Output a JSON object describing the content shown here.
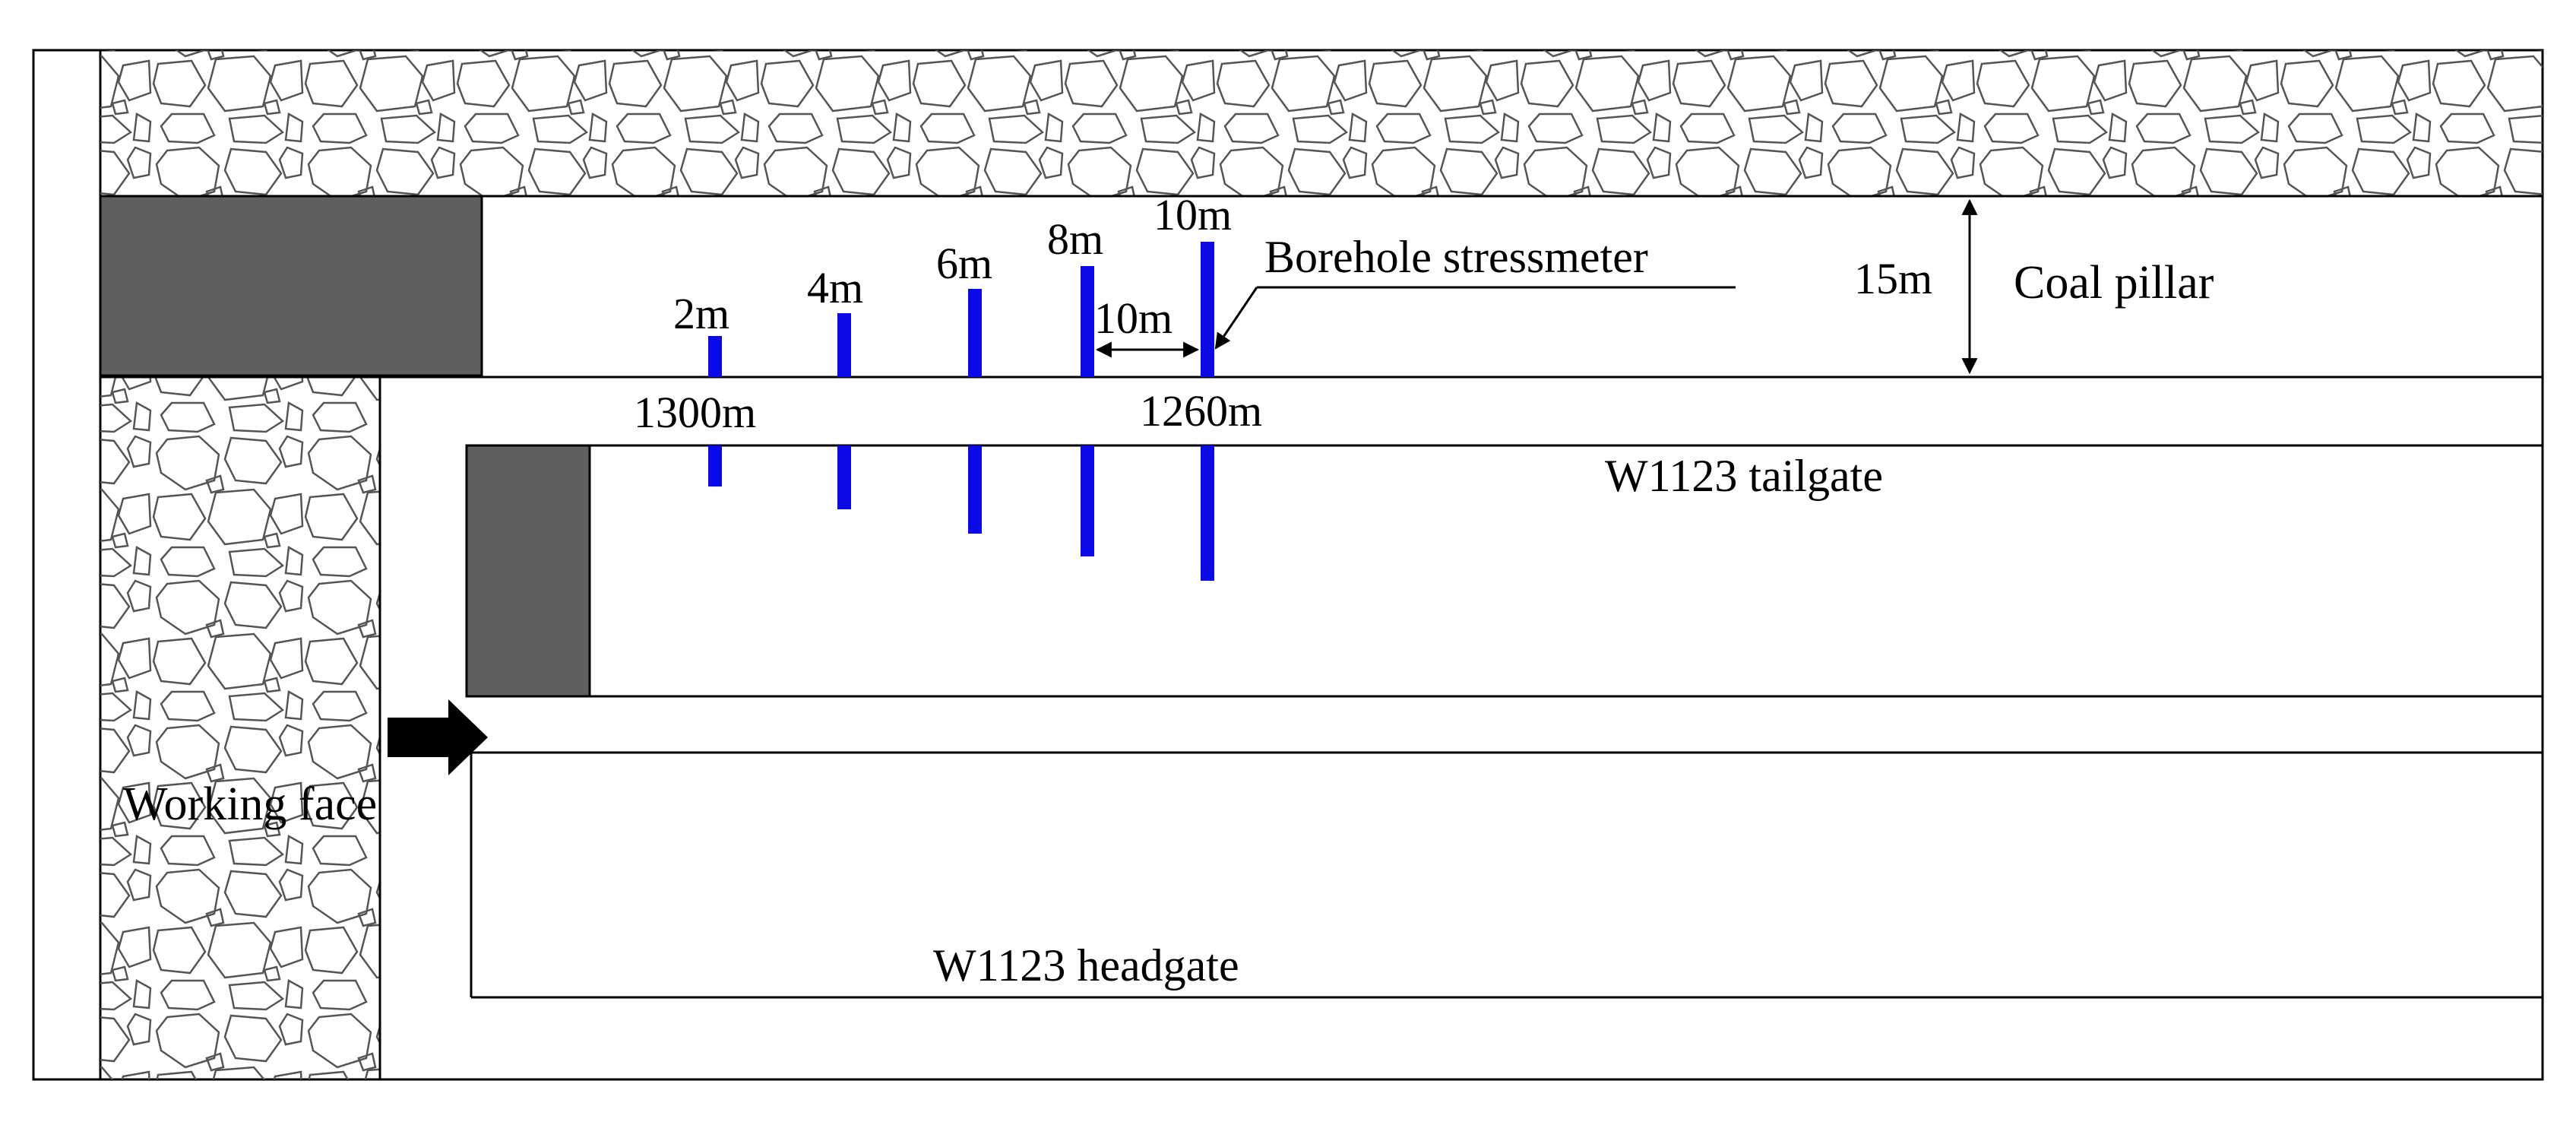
{
  "colors": {
    "outline": "#000000",
    "rock_stroke": "#555555",
    "pillar_dark": "#5f5f5f",
    "stressmeter": "#0a0ae6",
    "background": "#ffffff"
  },
  "labels": {
    "depth_2m": "2m",
    "depth_4m": "4m",
    "depth_6m": "6m",
    "depth_8m": "8m",
    "depth_10m": "10m",
    "borehole_stressmeter": "Borehole stressmeter",
    "spacing_10m": "10m",
    "pillar_width_15m": "15m",
    "coal_pillar": "Coal pillar",
    "position_1300m": "1300m",
    "position_1260m": "1260m",
    "tailgate": "W1123 tailgate",
    "working_face": "Working face",
    "headgate": "W1123 headgate"
  },
  "stressmeters": [
    {
      "depth_m": 2,
      "label": "2m"
    },
    {
      "depth_m": 4,
      "label": "4m"
    },
    {
      "depth_m": 6,
      "label": "6m"
    },
    {
      "depth_m": 8,
      "label": "8m"
    },
    {
      "depth_m": 10,
      "label": "10m"
    }
  ],
  "icons": {
    "advance_direction": "right-arrow-icon",
    "dimension_arrows": "double-headed-arrow-icon"
  }
}
